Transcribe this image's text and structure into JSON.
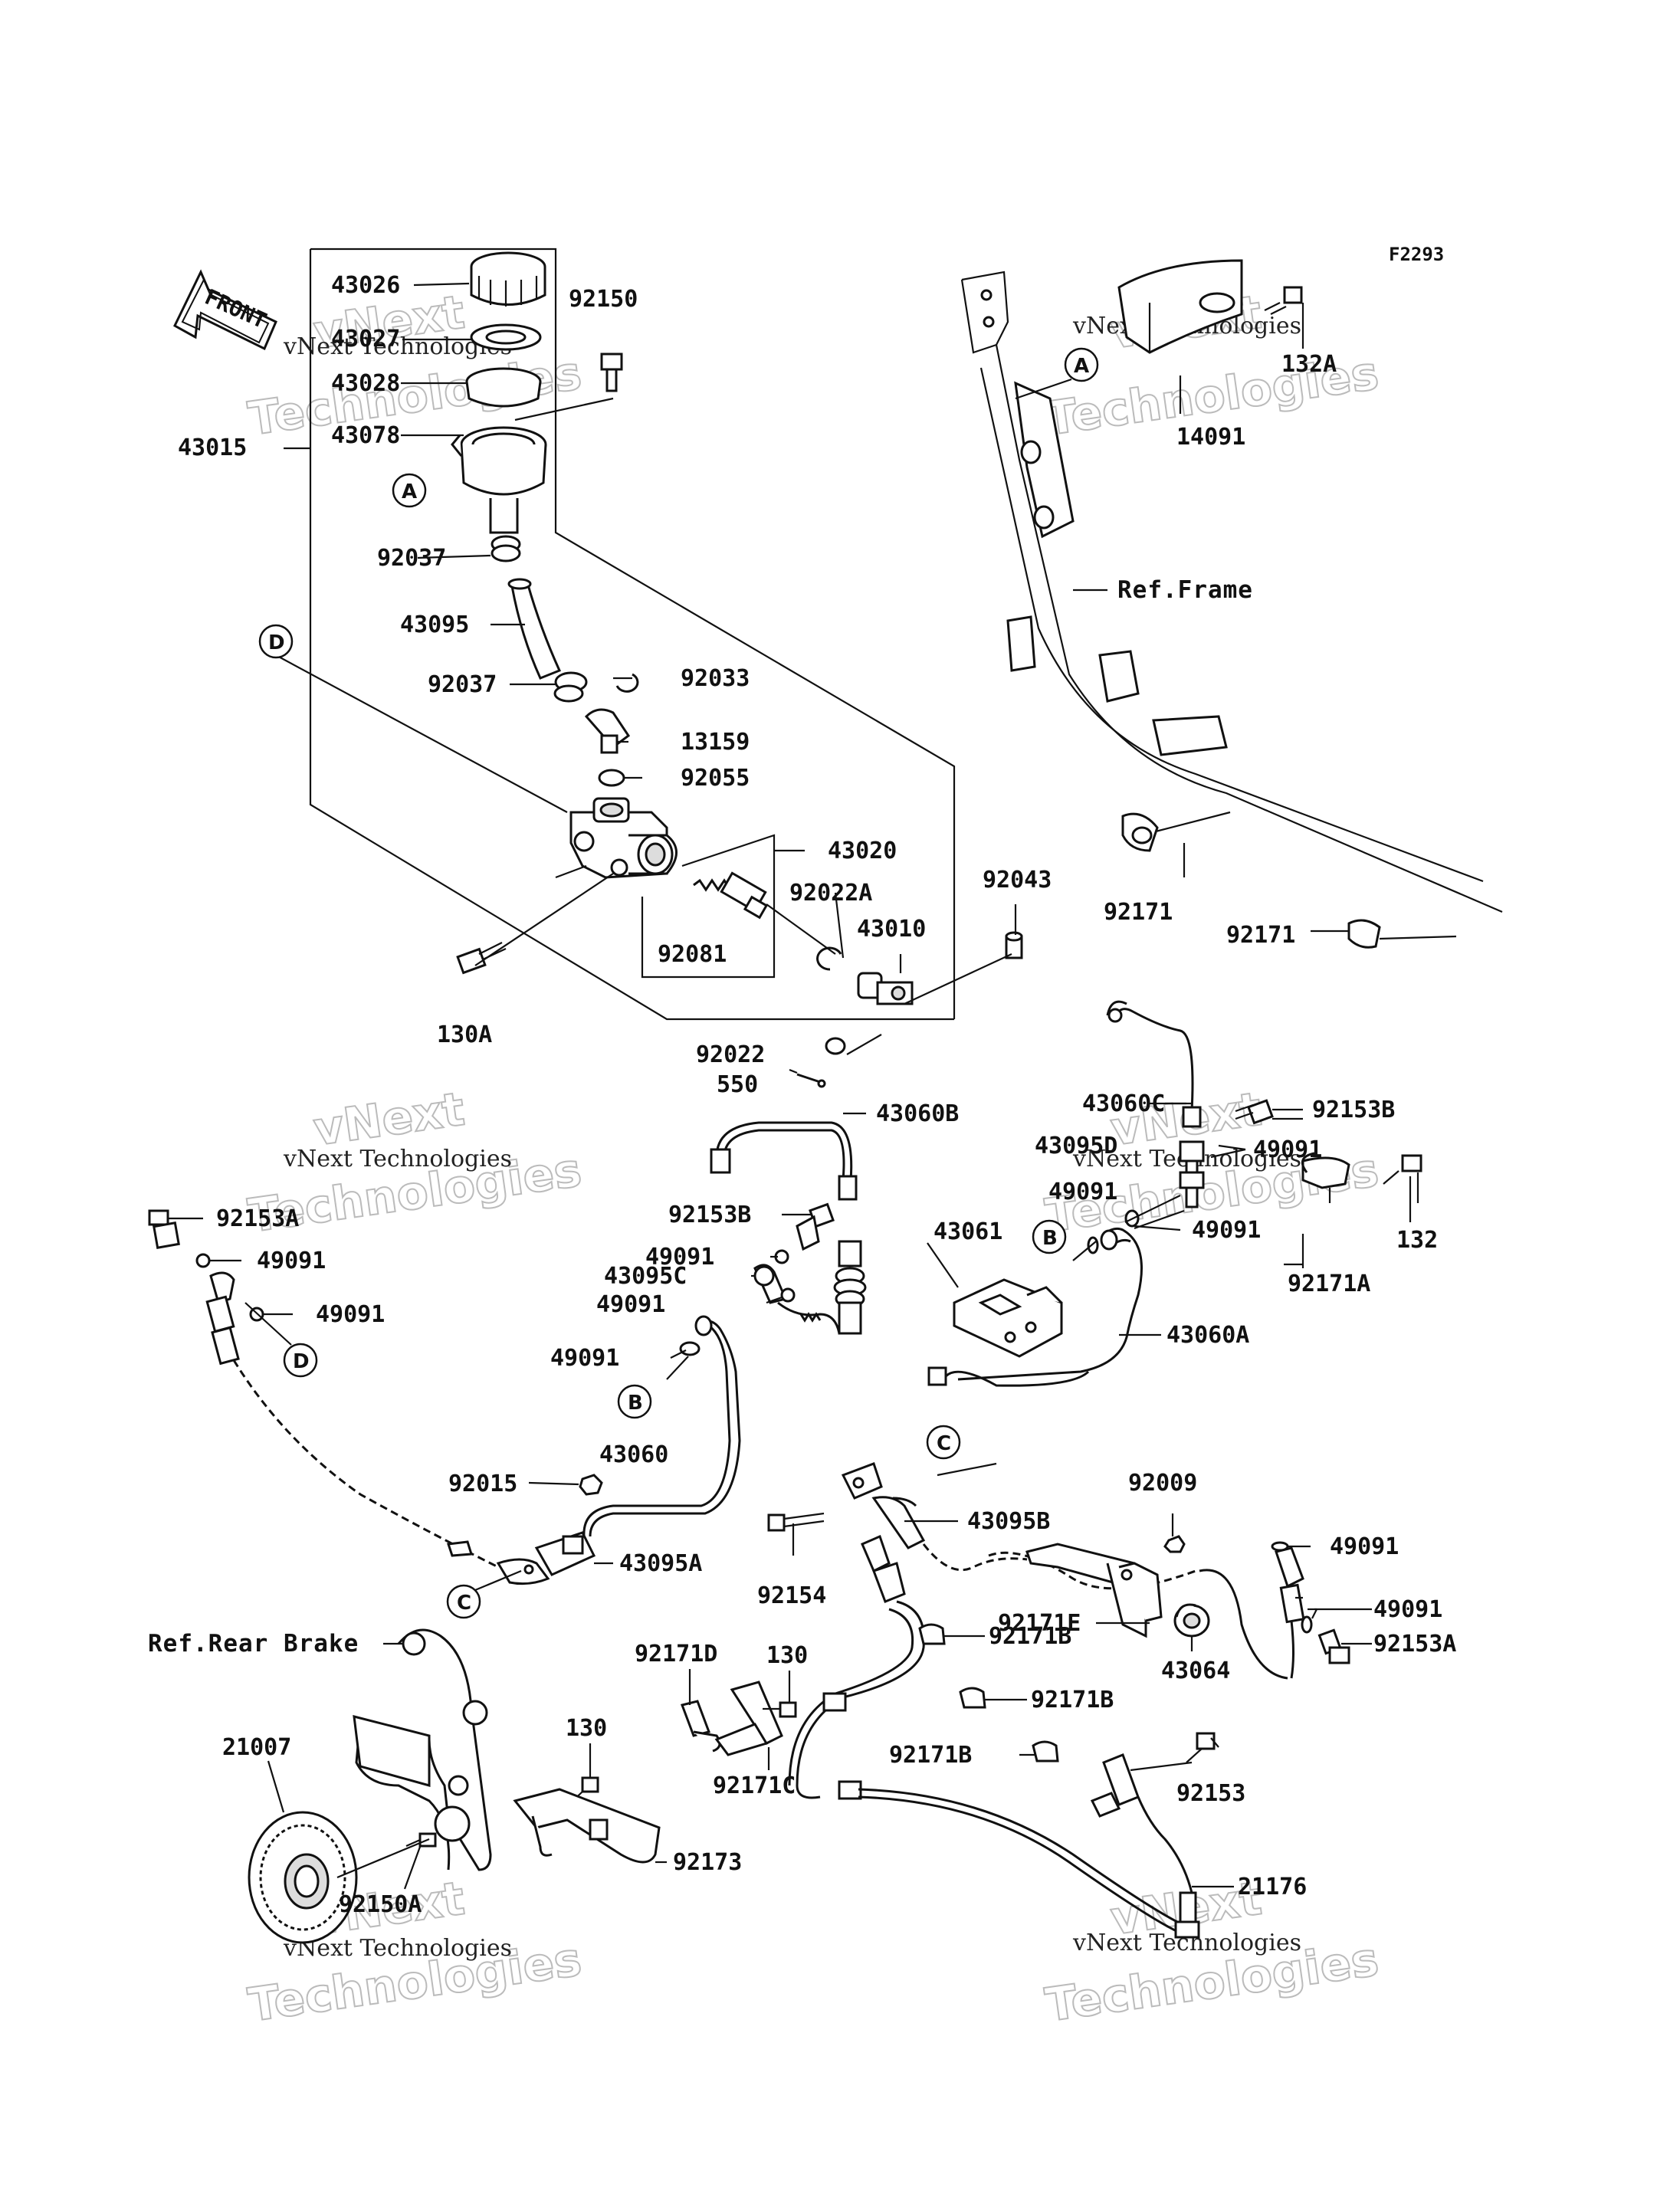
{
  "diagram": {
    "code": "F2293",
    "front_label": "FRONT",
    "labels": {
      "p43026": "43026",
      "p43027": "43027",
      "p43028": "43028",
      "p43078": "43078",
      "p43015": "43015",
      "p92150": "92150",
      "p92037a": "92037",
      "p43095": "43095",
      "p92037b": "92037",
      "p92033": "92033",
      "p13159": "13159",
      "p92055": "92055",
      "p43020": "43020",
      "p92022A": "92022A",
      "p43010": "43010",
      "p92081": "92081",
      "p130A": "130A",
      "p92043": "92043",
      "p92022": "92022",
      "p550": "550",
      "p132A": "132A",
      "p14091": "14091",
      "refFrame": "Ref.Frame",
      "p92171a": "92171",
      "p92171b": "92171",
      "p43060C": "43060C",
      "p92153B_r": "92153B",
      "p43095D": "43095D",
      "p49091_r1": "49091",
      "p49091_r2": "49091",
      "p49091_r3": "49091",
      "p132": "132",
      "p92171A": "92171A",
      "p43061": "43061",
      "p43060A": "43060A",
      "p43060B": "43060B",
      "p92153B_m": "92153B",
      "p49091_m1": "49091",
      "p43095C": "43095C",
      "p49091_m2": "49091",
      "p49091_m3": "49091",
      "p43060": "43060",
      "p92015": "92015",
      "p43095A": "43095A",
      "p92153A_l": "92153A",
      "p49091_l1": "49091",
      "p49091_l2": "49091",
      "p92154": "92154",
      "p43095B": "43095B",
      "p92009": "92009",
      "p49091_br1": "49091",
      "p49091_br2": "49091",
      "p92153A_r": "92153A",
      "p92171E": "92171E",
      "p43064": "43064",
      "p92171B_1": "92171B",
      "p92171B_2": "92171B",
      "p92171B_3": "92171B",
      "p92153": "92153",
      "p21176": "21176",
      "p92171D": "92171D",
      "p130_1": "130",
      "p92171C": "92171C",
      "p130_2": "130",
      "p92173": "92173",
      "refRearBrake": "Ref.Rear Brake",
      "p21007": "21007",
      "p92150A": "92150A"
    },
    "callouts": {
      "A_left": "A",
      "A_right": "A",
      "B_mid": "B",
      "B_right": "B",
      "C_mid": "C",
      "C_low": "C",
      "D_top": "D",
      "D_left": "D"
    },
    "watermark": {
      "line1": "vNext Technologies",
      "line2a": "vNext",
      "line2b": "Technologies"
    }
  }
}
